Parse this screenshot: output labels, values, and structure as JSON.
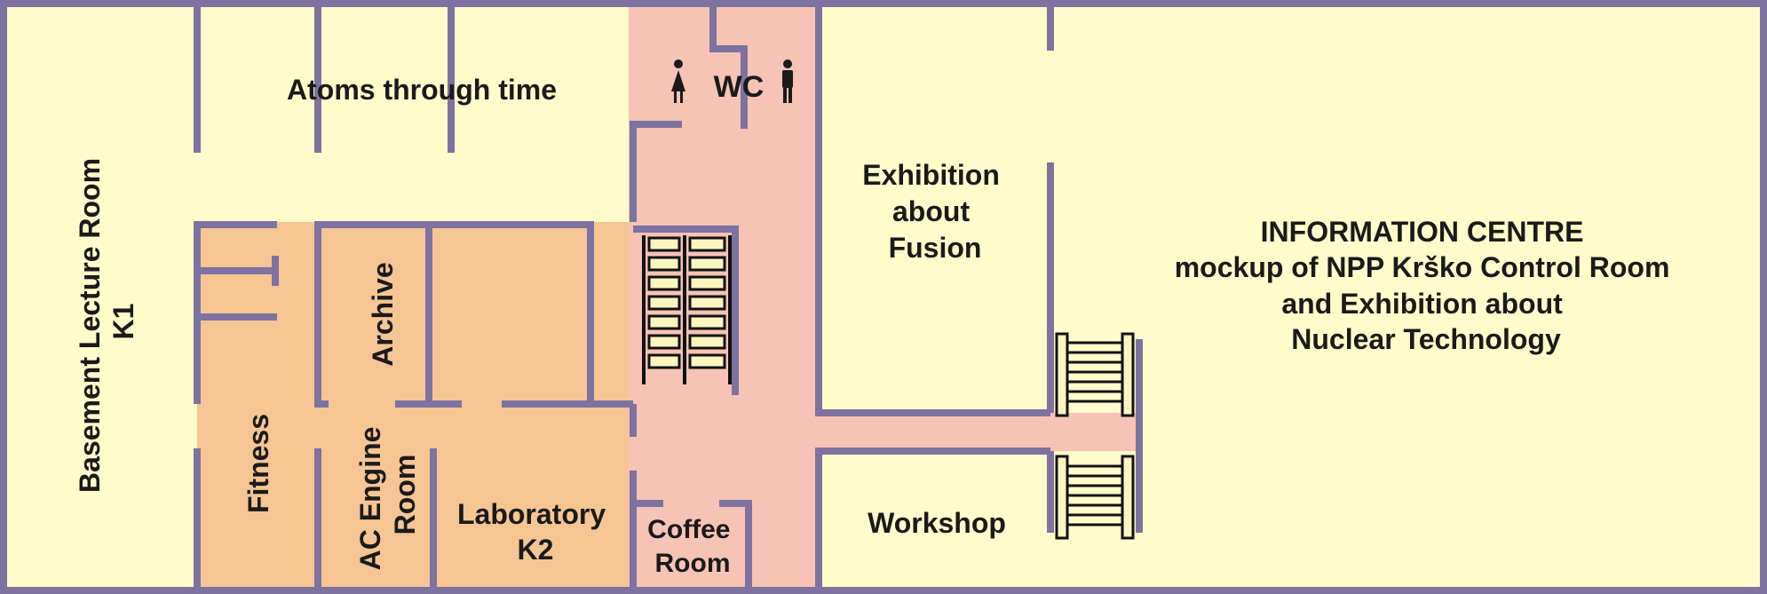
{
  "colors": {
    "wall": "#7d72a0",
    "hall_yellow": "#fefcca",
    "orange_zone": "#f6c594",
    "pink_corridor": "#f6c3b5",
    "stair_fill": "#fbf5c0",
    "stair_stroke": "#111111"
  },
  "rooms": {
    "basement_lecture_room": {
      "line1": "Basement Lecture Room",
      "line2": "K1"
    },
    "atoms_through_time": {
      "label": "Atoms through time"
    },
    "wc": {
      "label": "WC"
    },
    "exhibition_fusion": {
      "line1": "Exhibition",
      "line2": "about",
      "line3": "Fusion"
    },
    "information_centre": {
      "line1": "INFORMATION CENTRE",
      "line2": "mockup of NPP Krško Control Room",
      "line3": "and Exhibition about",
      "line4": "Nuclear Technology"
    },
    "archive": {
      "label": "Archive"
    },
    "fitness": {
      "label": "Fitness"
    },
    "ac_engine_room": {
      "line1": "AC Engine",
      "line2": "Room"
    },
    "laboratory": {
      "line1": "Laboratory",
      "line2": "K2"
    },
    "coffee_room": {
      "line1": "Coffee",
      "line2": "Room"
    },
    "workshop": {
      "label": "Workshop"
    }
  },
  "icons": {
    "wc_left": "woman-icon",
    "wc_right": "man-icon",
    "stairs": "stairs-icon"
  }
}
